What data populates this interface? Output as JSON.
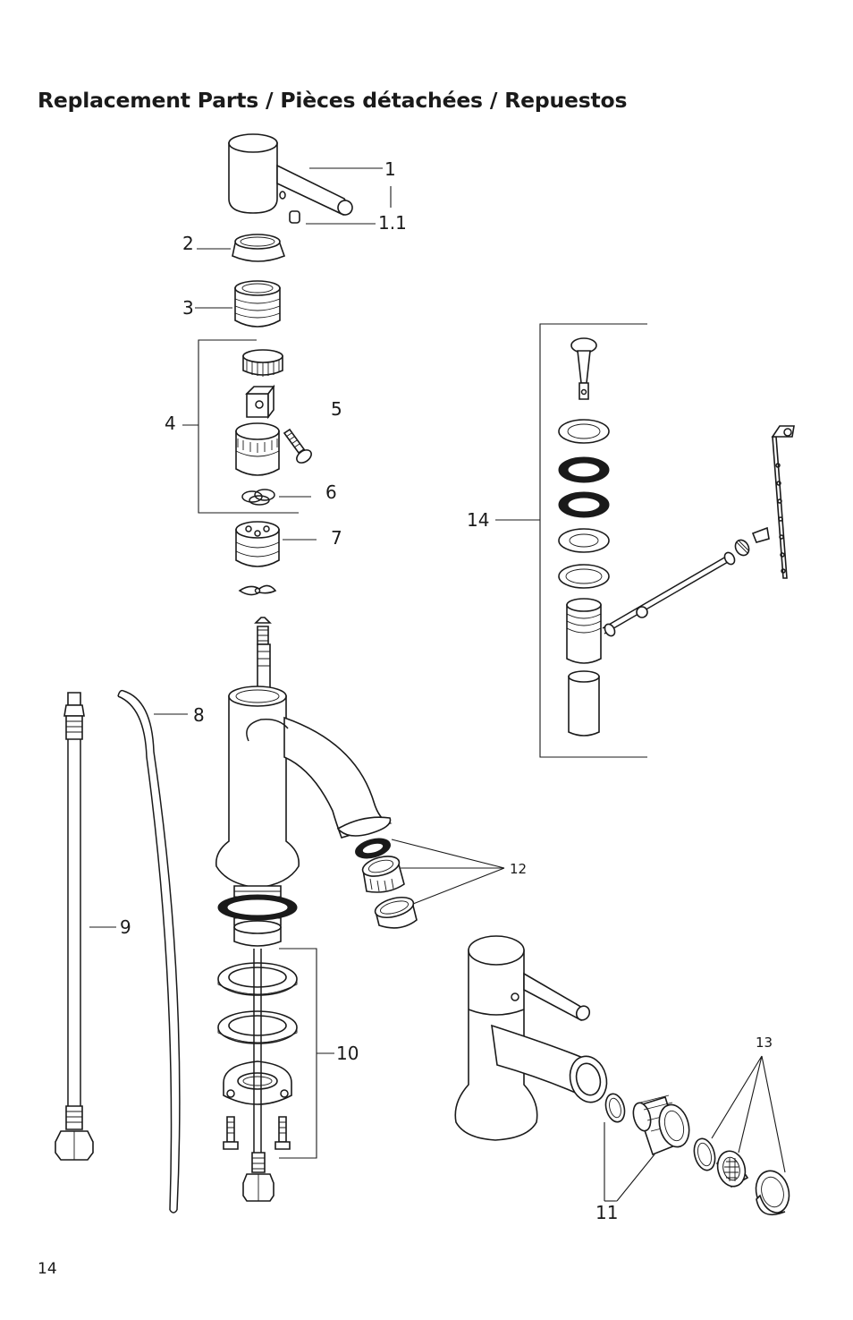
{
  "title": "Replacement Parts / Pièces détachées / Repuestos",
  "page_number": "14",
  "labels": {
    "p1": "1",
    "p1_1": "1.1",
    "p2": "2",
    "p3": "3",
    "p4": "4",
    "p5": "5",
    "p6": "6",
    "p7": "7",
    "p8": "8",
    "p9": "9",
    "p10": "10",
    "p11": "11",
    "p12": "12",
    "p13": "13",
    "p14": "14"
  }
}
